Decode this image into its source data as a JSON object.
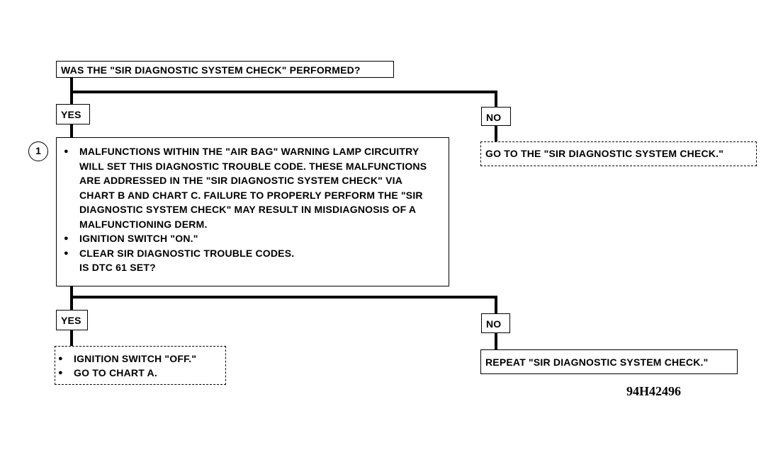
{
  "question": "WAS THE \"SIR DIAGNOSTIC SYSTEM CHECK\" PERFORMED?",
  "branch1": {
    "yes_label": "YES",
    "no_label": "NO",
    "no_action": "GO TO THE \"SIR DIAGNOSTIC SYSTEM CHECK.\""
  },
  "step": {
    "number": "1",
    "bullets": [
      "MALFUNCTIONS WITHIN THE \"AIR BAG\" WARNING LAMP CIRCUITRY WILL SET THIS DIAGNOSTIC TROUBLE CODE.  THESE MALFUNCTIONS ARE ADDRESSED IN THE \"SIR DIAGNOSTIC SYSTEM CHECK\" VIA CHART B AND CHART C.  FAILURE TO PROPERLY PERFORM THE \"SIR DIAGNOSTIC SYSTEM CHECK\" MAY RESULT IN MISDIAGNOSIS OF A MALFUNCTIONING DERM.",
      "IGNITION SWITCH \"ON.\"",
      "CLEAR SIR DIAGNOSTIC TROUBLE CODES."
    ],
    "question": "IS DTC 61 SET?"
  },
  "branch2": {
    "yes_label": "YES",
    "no_label": "NO",
    "yes_bullets": [
      "IGNITION SWITCH \"OFF.\"",
      "GO TO CHART A."
    ],
    "no_action": "REPEAT \"SIR DIAGNOSTIC SYSTEM CHECK.\""
  },
  "figure_id": "94H42496"
}
